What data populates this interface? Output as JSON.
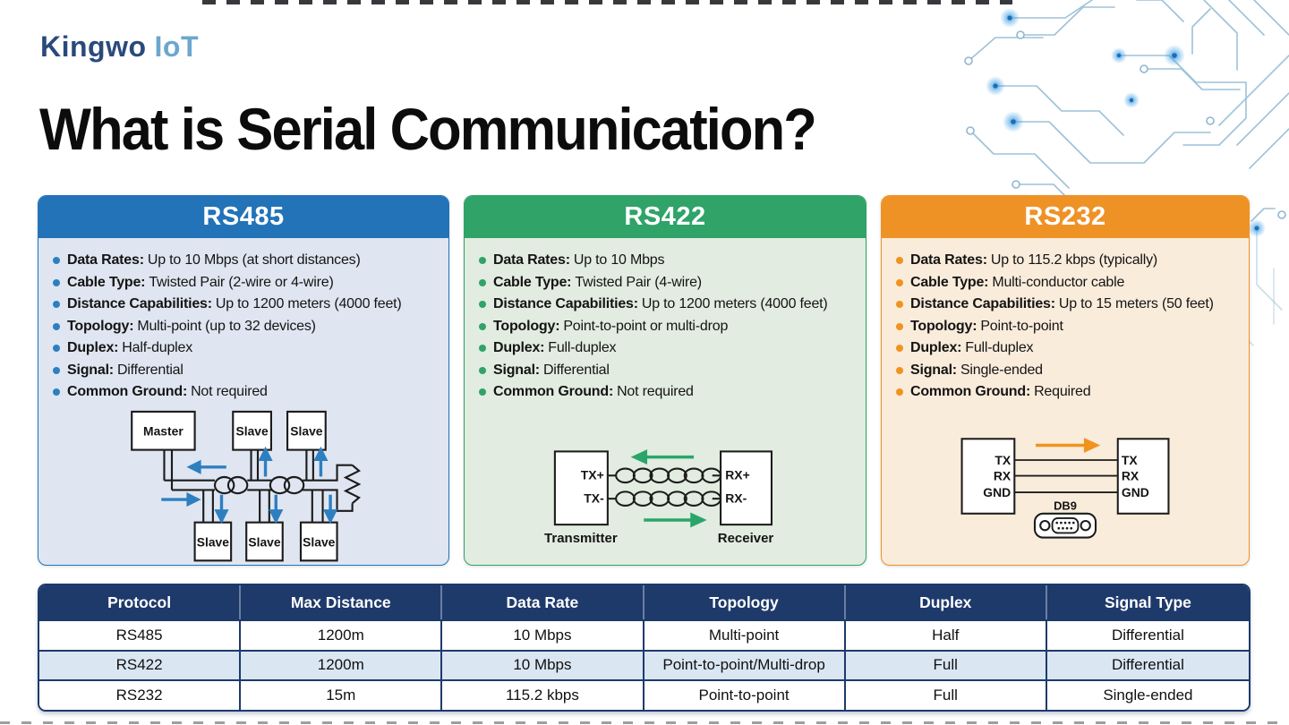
{
  "page": {
    "title": "What is Serial Communication?"
  },
  "logo": {
    "brand": "Kingwo",
    "suffix": "IoT"
  },
  "colors": {
    "rs485_accent": "#2273b8",
    "rs485_body": "#dfe6f1",
    "rs422_accent": "#2fa368",
    "rs422_body": "#e2ece0",
    "rs232_accent": "#ef9226",
    "rs232_body": "#faecdb",
    "table_header_bg": "#1e3a6b",
    "table_alt_row": "#dbe6f3",
    "logo_primary": "#2a4a7c",
    "logo_secondary": "#6ba7ce",
    "arrow_blue": "#2e7fc0",
    "arrow_green": "#2ba56a",
    "arrow_orange": "#f0931f"
  },
  "icons": {
    "circuit_decoration": "circuit-board-traces",
    "db9_connector": "db9-connector",
    "twisted_pair": "twisted-pair-coils",
    "termination_resistor": "resistor-zigzag"
  },
  "cards": [
    {
      "name": "RS485",
      "bullets": [
        {
          "label": "Data Rates:",
          "value": "Up to 10 Mbps (at short distances)"
        },
        {
          "label": "Cable Type:",
          "value": "Twisted Pair (2-wire or 4-wire)"
        },
        {
          "label": "Distance Capabilities:",
          "value": "Up to 1200 meters (4000 feet)"
        },
        {
          "label": "Topology:",
          "value": "Multi-point (up to 32 devices)"
        },
        {
          "label": "Duplex:",
          "value": "Half-duplex"
        },
        {
          "label": "Signal:",
          "value": "Differential"
        },
        {
          "label": "Common Ground:",
          "value": "Not required"
        }
      ],
      "diagram": {
        "master": "Master",
        "slave": "Slave"
      }
    },
    {
      "name": "RS422",
      "bullets": [
        {
          "label": "Data Rates:",
          "value": "Up to 10 Mbps"
        },
        {
          "label": "Cable Type:",
          "value": "Twisted Pair (4-wire)"
        },
        {
          "label": "Distance Capabilities:",
          "value": "Up to 1200 meters (4000 feet)"
        },
        {
          "label": "Topology:",
          "value": "Point-to-point or multi-drop"
        },
        {
          "label": "Duplex:",
          "value": "Full-duplex"
        },
        {
          "label": "Signal:",
          "value": "Differential"
        },
        {
          "label": "Common Ground:",
          "value": "Not required"
        }
      ],
      "diagram": {
        "tx_plus": "TX+",
        "tx_minus": "TX-",
        "rx_plus": "RX+",
        "rx_minus": "RX-",
        "transmitter": "Transmitter",
        "receiver": "Receiver"
      }
    },
    {
      "name": "RS232",
      "bullets": [
        {
          "label": "Data Rates:",
          "value": "Up to 115.2 kbps (typically)"
        },
        {
          "label": "Cable Type:",
          "value": "Multi-conductor cable"
        },
        {
          "label": "Distance Capabilities:",
          "value": "Up to 15 meters (50 feet)"
        },
        {
          "label": "Topology:",
          "value": "Point-to-point"
        },
        {
          "label": "Duplex:",
          "value": "Full-duplex"
        },
        {
          "label": "Signal:",
          "value": "Single-ended"
        },
        {
          "label": "Common Ground:",
          "value": "Required"
        }
      ],
      "diagram": {
        "pin_tx": "TX",
        "pin_rx": "RX",
        "pin_gnd": "GND",
        "connector": "DB9"
      }
    }
  ],
  "table": {
    "headers": [
      "Protocol",
      "Max Distance",
      "Data Rate",
      "Topology",
      "Duplex",
      "Signal Type"
    ],
    "rows": [
      [
        "RS485",
        "1200m",
        "10 Mbps",
        "Multi-point",
        "Half",
        "Differential"
      ],
      [
        "RS422",
        "1200m",
        "10 Mbps",
        "Point-to-point/Multi-drop",
        "Full",
        "Differential"
      ],
      [
        "RS232",
        "15m",
        "115.2 kbps",
        "Point-to-point",
        "Full",
        "Single-ended"
      ]
    ]
  }
}
